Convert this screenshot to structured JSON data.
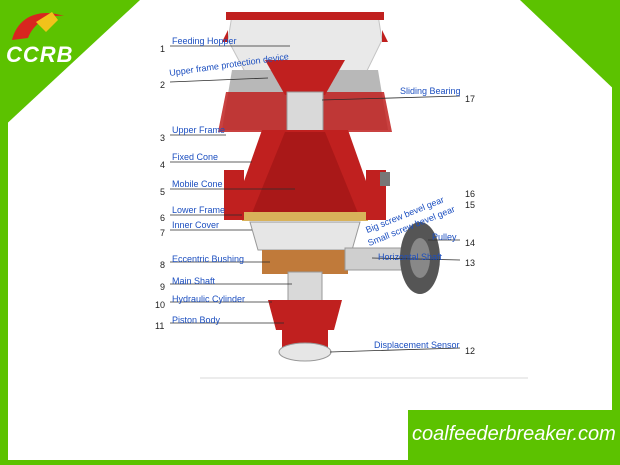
{
  "brand": {
    "logo_text": "CCRB",
    "website": "coalfeederbreaker.com"
  },
  "colors": {
    "background": "#5cc200",
    "crusher_red": "#c0201f",
    "label_blue": "#1c4fc0"
  },
  "parts": [
    {
      "number": "1",
      "label": "Feeding Hopper"
    },
    {
      "number": "2",
      "label": "Upper frame protection device"
    },
    {
      "number": "3",
      "label": "Upper Frame"
    },
    {
      "number": "4",
      "label": "Fixed Cone"
    },
    {
      "number": "5",
      "label": "Mobile Cone"
    },
    {
      "number": "6",
      "label": "Lower Frame"
    },
    {
      "number": "7",
      "label": "Inner Cover"
    },
    {
      "number": "8",
      "label": "Eccentric Bushing"
    },
    {
      "number": "9",
      "label": "Main Shaft"
    },
    {
      "number": "10",
      "label": "Hydraulic Cylinder"
    },
    {
      "number": "11",
      "label": "Piston Body"
    },
    {
      "number": "12",
      "label": "Displacement Sensor"
    },
    {
      "number": "13",
      "label": "Horizontal Shaft"
    },
    {
      "number": "14",
      "label": "Pulley"
    },
    {
      "number": "15",
      "label": "Small screw bevel gear"
    },
    {
      "number": "16",
      "label": "Big screw bevel gear"
    },
    {
      "number": "17",
      "label": "Sliding Bearing"
    }
  ]
}
